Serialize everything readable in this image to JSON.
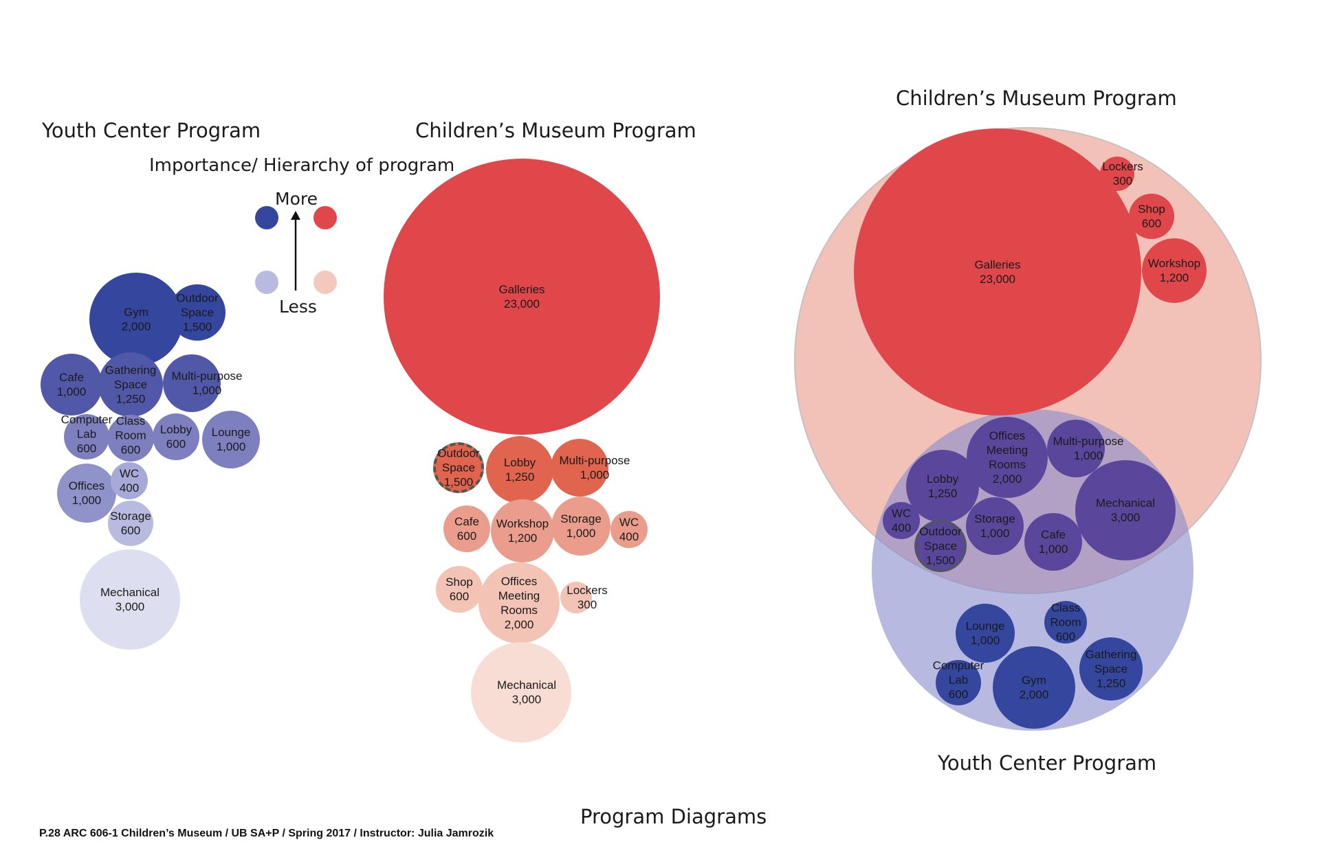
{
  "headings": {
    "youth_left": "Youth Center Program",
    "museum_left": "Children’s Museum Program",
    "museum_right": "Children’s Museum Program",
    "youth_right": "Youth Center Program",
    "hierarchy": "Importance/ Hierarchy  of program",
    "more": "More",
    "less": "Less",
    "main_title": "Program Diagrams"
  },
  "footer": "P.28 ARC 606-1 Children’s Museum / UB SA+P / Spring 2017 / Instructor: Julia Jamrozik",
  "colors": {
    "youth_more": "#34469e",
    "youth_less": "#c9cbe6",
    "museum_more": "#e0474b",
    "museum_less": "#f3c9bd",
    "overlap_youth": "#5a479c",
    "outline_dashed": "#4d5a52"
  },
  "youth_bubbles": [
    {
      "name": "Gym",
      "area": "2,000"
    },
    {
      "name": "Outdoor Space",
      "area": "1,500"
    },
    {
      "name": "Cafe",
      "area": "1,000"
    },
    {
      "name": "Gathering Space",
      "area": "1,250"
    },
    {
      "name": "Multi-purpose",
      "area": "1,000"
    },
    {
      "name": "Computer Lab",
      "area": "600"
    },
    {
      "name": "Class Room",
      "area": "600"
    },
    {
      "name": "Lobby",
      "area": "600"
    },
    {
      "name": "Lounge",
      "area": "1,000"
    },
    {
      "name": "Offices",
      "area": "1,000"
    },
    {
      "name": "WC",
      "area": "400"
    },
    {
      "name": "Storage",
      "area": "600"
    },
    {
      "name": "Mechanical",
      "area": "3,000"
    }
  ],
  "museum_bubbles": [
    {
      "name": "Galleries",
      "area": "23,000"
    },
    {
      "name": "Outdoor Space",
      "area": "1,500"
    },
    {
      "name": "Lobby",
      "area": "1,250"
    },
    {
      "name": "Multi-purpose",
      "area": "1,000"
    },
    {
      "name": "Cafe",
      "area": "600"
    },
    {
      "name": "Workshop",
      "area": "1,200"
    },
    {
      "name": "Storage",
      "area": "1,000"
    },
    {
      "name": "WC",
      "area": "400"
    },
    {
      "name": "Shop",
      "area": "600"
    },
    {
      "name": "Offices Meeting Rooms",
      "area": "2,000"
    },
    {
      "name": "Lockers",
      "area": "300"
    },
    {
      "name": "Mechanical",
      "area": "3,000"
    }
  ],
  "combined_bubbles": [
    {
      "name": "Galleries",
      "area": "23,000"
    },
    {
      "name": "Lockers",
      "area": "300"
    },
    {
      "name": "Shop",
      "area": "600"
    },
    {
      "name": "Workshop",
      "area": "1,200"
    },
    {
      "name": "Offices Meeting Rooms",
      "area": "2,000"
    },
    {
      "name": "Multi-purpose",
      "area": "1,000"
    },
    {
      "name": "Lobby",
      "area": "1,250"
    },
    {
      "name": "Mechanical",
      "area": "3,000"
    },
    {
      "name": "WC",
      "area": "400"
    },
    {
      "name": "Storage",
      "area": "1,000"
    },
    {
      "name": "Outdoor Space",
      "area": "1,500"
    },
    {
      "name": "Cafe",
      "area": "1,000"
    },
    {
      "name": "Lounge",
      "area": "1,000"
    },
    {
      "name": "Class Room",
      "area": "600"
    },
    {
      "name": "Gathering Space",
      "area": "1,250"
    },
    {
      "name": "Computer Lab",
      "area": "600"
    },
    {
      "name": "Gym",
      "area": "2,000"
    }
  ]
}
